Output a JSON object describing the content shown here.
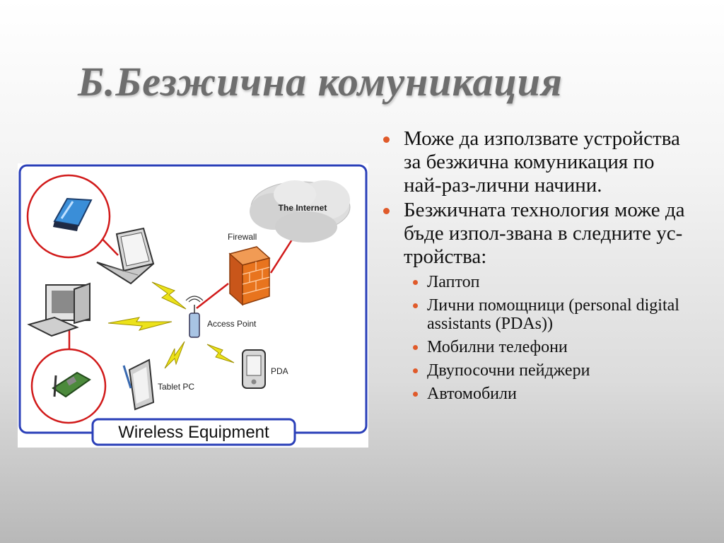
{
  "slide": {
    "title": "Б.Безжична комуникация",
    "bullets": [
      {
        "text": "Може да използвате устройства за безжична комуникация по най-раз-лични начини."
      },
      {
        "text": "Безжичната технология може да бъде изпол-звана в следните ус-тройства:"
      }
    ],
    "sub_bullets": [
      "Лаптоп",
      "Лични помощници (personal digital assistants (PDAs))",
      "Мобилни телефони",
      "Двупосочни пейджери",
      "Автомобили"
    ]
  },
  "figure": {
    "internet_label": "The Internet",
    "firewall_label": "Firewall",
    "access_point_label": "Access Point",
    "pda_label": "PDA",
    "tablet_label": "Tablet PC",
    "caption": "Wireless Equipment"
  },
  "colors": {
    "title": "#6e6e6e",
    "bullet": "#e05a2a",
    "frame": "#2a3fb8",
    "connector": "#d11a1a",
    "firewall": "#e8741e",
    "lightning": "#e8e21a"
  }
}
